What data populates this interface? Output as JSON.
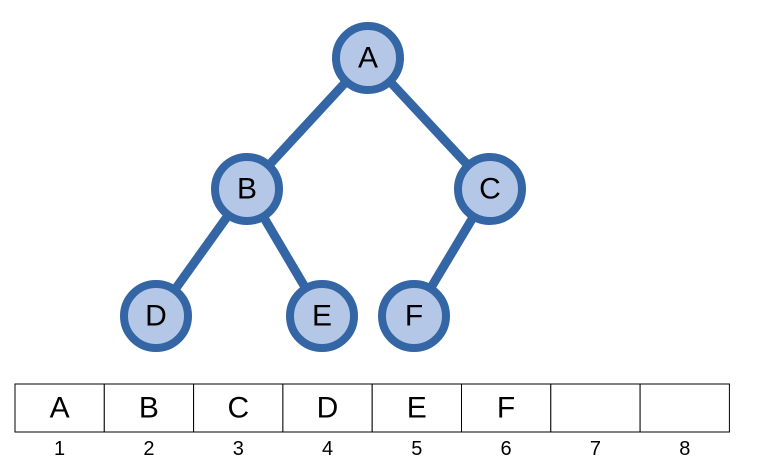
{
  "colors": {
    "node_fill": "#b4c7e7",
    "node_stroke": "#3465a4",
    "edge": "#3465a4",
    "cell_border": "#000000"
  },
  "tree": {
    "nodes": [
      {
        "id": "A",
        "label": "A"
      },
      {
        "id": "B",
        "label": "B"
      },
      {
        "id": "C",
        "label": "C"
      },
      {
        "id": "D",
        "label": "D"
      },
      {
        "id": "E",
        "label": "E"
      },
      {
        "id": "F",
        "label": "F"
      }
    ],
    "edges": [
      {
        "from": "A",
        "to": "B"
      },
      {
        "from": "A",
        "to": "C"
      },
      {
        "from": "B",
        "to": "D"
      },
      {
        "from": "B",
        "to": "E"
      },
      {
        "from": "C",
        "to": "F"
      }
    ]
  },
  "array": {
    "cells": [
      "A",
      "B",
      "C",
      "D",
      "E",
      "F",
      "",
      ""
    ],
    "indices": [
      "1",
      "2",
      "3",
      "4",
      "5",
      "6",
      "7",
      "8"
    ]
  }
}
